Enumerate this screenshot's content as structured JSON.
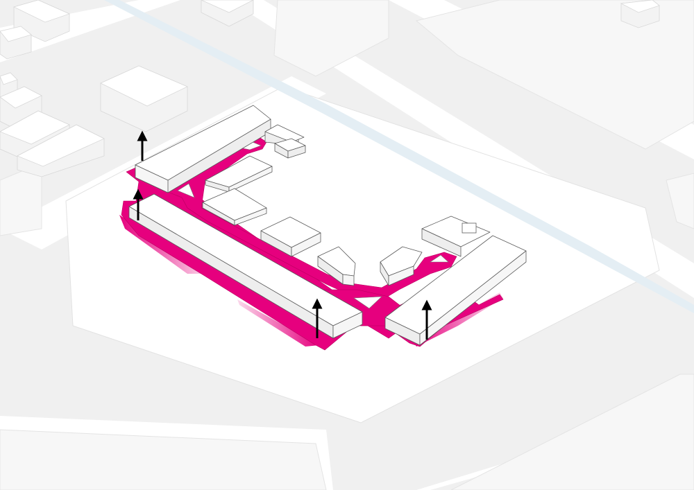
{
  "colors": {
    "background": "#ffffff",
    "ground": "#f0f0f0",
    "road": "#ffffff",
    "canal": "#e4eef4",
    "circulation": "#e6007e",
    "building_top": "#ffffff",
    "building_side": "#eeeeee",
    "outline": "#5a5a5a",
    "arrow": "#000000"
  },
  "arrows": [
    {
      "name": "arrow-up-northwest-upper",
      "icon": "arrow-up-icon"
    },
    {
      "name": "arrow-up-northwest-lower",
      "icon": "arrow-up-icon"
    },
    {
      "name": "arrow-up-south-center",
      "icon": "arrow-up-icon"
    },
    {
      "name": "arrow-up-south-east",
      "icon": "arrow-up-icon"
    }
  ]
}
